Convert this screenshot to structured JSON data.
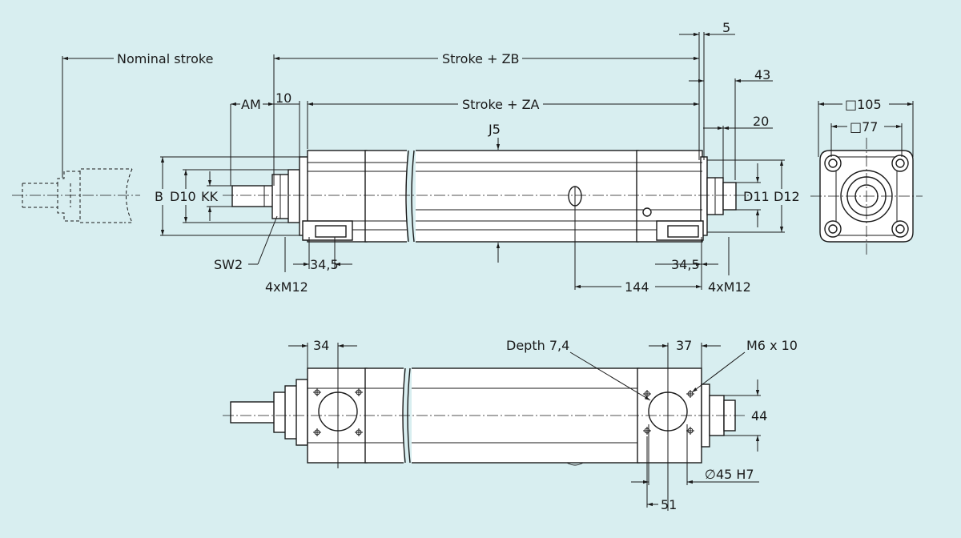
{
  "labels": {
    "nominal_stroke": "Nominal stroke",
    "stroke_zb": "Stroke + ZB",
    "stroke_za": "Stroke + ZA",
    "am": "AM",
    "ten": "10",
    "five": "5",
    "forty_three": "43",
    "twenty": "20",
    "j5": "J5",
    "b": "B",
    "d10": "D10",
    "kk": "KK",
    "d11": "D11",
    "d12": "D12",
    "sq105": "□105",
    "sq77": "□77",
    "sw2": "SW2",
    "m12_left": "4xM12",
    "m12_right": "4xM12",
    "d345_left": "34,5",
    "d345_right": "34,5",
    "d144": "144",
    "d34": "34",
    "depth": "Depth 7,4",
    "d37": "37",
    "m6": "M6 x 10",
    "d44": "44",
    "dia45": "∅45 H7",
    "d51": "51"
  }
}
